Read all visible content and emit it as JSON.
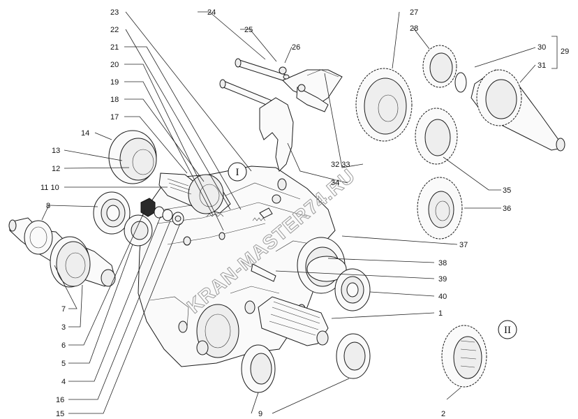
{
  "labels": {
    "l1": "1",
    "l2": "2",
    "l3": "3",
    "l4": "4",
    "l5": "5",
    "l6": "6",
    "l7": "7",
    "l8": "8",
    "l9": "9",
    "l10": "11 10",
    "l12": "12",
    "l13": "13",
    "l14": "14",
    "l15": "15",
    "l16": "16",
    "l17": "17",
    "l18": "18",
    "l19": "19",
    "l20": "20",
    "l21": "21",
    "l22": "22",
    "l23": "23",
    "l24": "24",
    "l25": "25",
    "l26": "26",
    "l27": "27",
    "l28": "28",
    "l29": "29",
    "l30": "30",
    "l31": "31",
    "l32": "32 33",
    "l34": "34",
    "l35": "35",
    "l36": "36",
    "l37": "37",
    "l38": "38",
    "l39": "39",
    "l40": "40"
  },
  "roman": {
    "i": "I",
    "ii": "II"
  },
  "watermark": "KRAN-MASTER74.RU"
}
